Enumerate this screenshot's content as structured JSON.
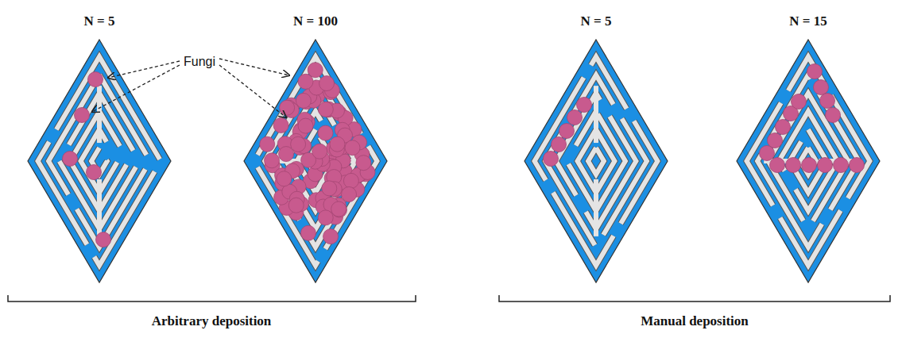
{
  "diagram": {
    "labels": [
      "N = 5",
      "N = 100",
      "Fungi",
      "N = 5",
      "N = 15",
      "Arbitrary deposition",
      "Manual deposition"
    ]
  }
}
